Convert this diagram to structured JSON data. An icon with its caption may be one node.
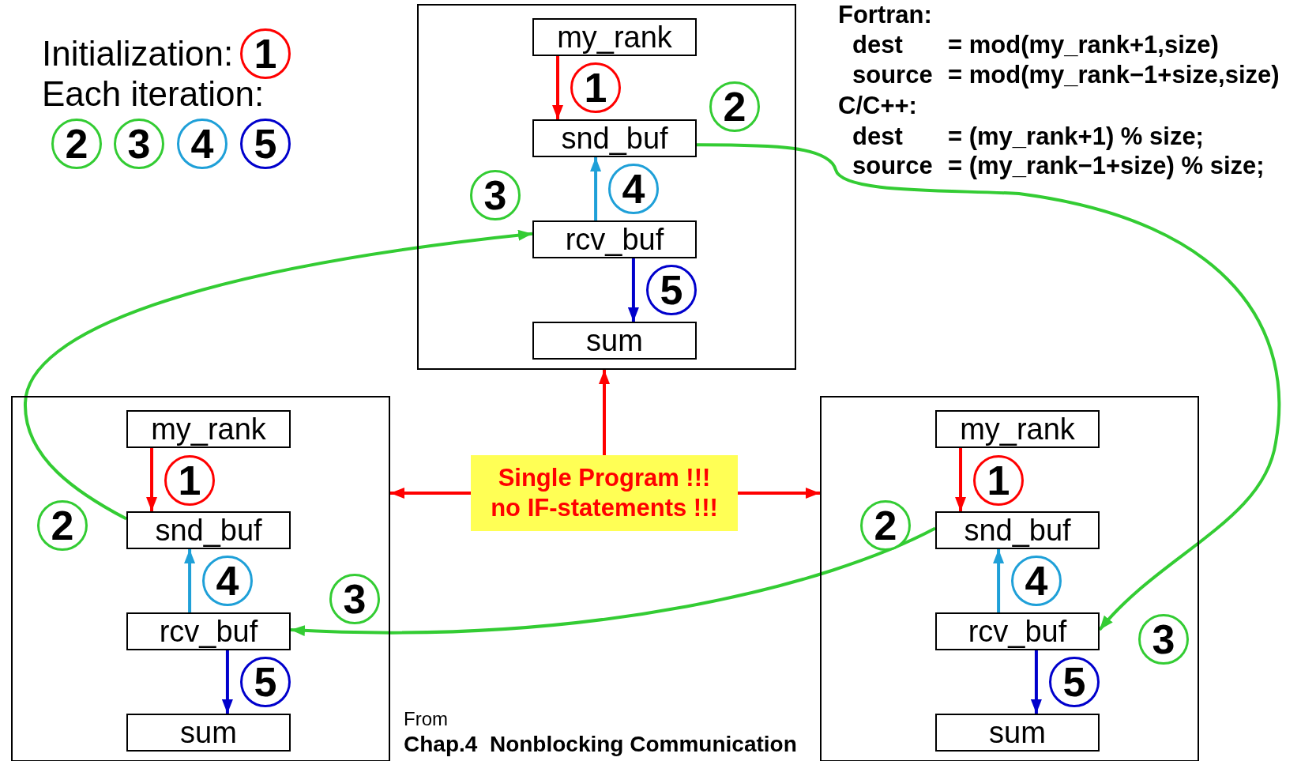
{
  "diagram": {
    "nodes": [
      {
        "text": [
          "1"
        ]
      },
      {
        "text": [
          "2"
        ]
      },
      {
        "text": [
          "3"
        ]
      },
      {
        "text": [
          "4"
        ]
      },
      {
        "text": [
          "5"
        ]
      },
      {
        "text": [],
        "shape": "box"
      },
      {
        "text": [
          "my_rank"
        ],
        "in": 5
      },
      {
        "text": [
          "snd_buf"
        ],
        "in": 5
      },
      {
        "text": [
          "rcv_buf"
        ],
        "in": 5
      },
      {
        "text": [
          "sum"
        ],
        "in": 5
      },
      {
        "text": [
          "1"
        ],
        "in": 5
      },
      {
        "text": [
          "2"
        ],
        "in": 5
      },
      {
        "text": [
          "3"
        ],
        "in": 5
      },
      {
        "text": [
          "4"
        ],
        "in": 5
      },
      {
        "text": [
          "5"
        ],
        "in": 5
      },
      {
        "text": [
          "Single Program !!! no IF-statements !!!"
        ]
      },
      {
        "text": [],
        "shape": "box"
      },
      {
        "text": [
          "my_rank"
        ],
        "in": 16
      },
      {
        "text": [
          "snd_buf"
        ],
        "in": 16
      },
      {
        "text": [
          "rcv_buf"
        ],
        "in": 16
      },
      {
        "text": [
          "sum"
        ],
        "in": 16
      },
      {
        "text": [
          "1"
        ],
        "in": 16
      },
      {
        "text": [
          "2"
        ],
        "in": 16
      },
      {
        "text": [
          "3"
        ],
        "in": 16
      },
      {
        "text": [
          "4"
        ],
        "in": 16
      },
      {
        "text": [
          "5"
        ],
        "in": 16
      },
      {
        "text": [],
        "shape": "box"
      },
      {
        "text": [
          "my_rank"
        ],
        "in": 26
      },
      {
        "text": [
          "snd_buf"
        ],
        "in": 26
      },
      {
        "text": [
          "rcv_buf"
        ],
        "in": 26
      },
      {
        "text": [
          "sum"
        ],
        "in": 26
      },
      {
        "text": [
          "1"
        ],
        "in": 26
      },
      {
        "text": [
          "2"
        ],
        "in": 26
      },
      {
        "text": [
          "3"
        ],
        "in": 26
      },
      {
        "text": [
          "4"
        ],
        "in": 26
      },
      {
        "text": [
          "5"
        ],
        "in": 26
      }
    ],
    "edges": [
      {
        "from": 6,
        "to": 7,
        "arrow": "to",
        "color": "#ff0000"
      },
      {
        "from": 8,
        "to": 7,
        "arrow": "to",
        "color": "#1fa0d8"
      },
      {
        "from": 8,
        "to": 9,
        "arrow": "to",
        "color": "#0000cc"
      },
      {
        "from": 17,
        "to": 18,
        "arrow": "to",
        "color": "#ff0000"
      },
      {
        "from": 19,
        "to": 18,
        "arrow": "to",
        "color": "#1fa0d8"
      },
      {
        "from": 19,
        "to": 20,
        "arrow": "to",
        "color": "#0000cc"
      },
      {
        "from": 27,
        "to": 28,
        "arrow": "to",
        "color": "#ff0000"
      },
      {
        "from": 29,
        "to": 28,
        "arrow": "to",
        "color": "#1fa0d8"
      },
      {
        "from": 29,
        "to": 30,
        "arrow": "to",
        "color": "#0000cc"
      },
      {
        "from": 7,
        "to": 29,
        "arrow": "to",
        "color": "#33cc33"
      },
      {
        "from": 28,
        "to": 19,
        "arrow": "to",
        "color": "#33cc33"
      },
      {
        "from": 18,
        "to": 8,
        "arrow": "to",
        "color": "#33cc33"
      },
      {
        "from": 15,
        "to": 5,
        "arrow": "to",
        "color": "#ff0000"
      },
      {
        "from": 15,
        "to": 16,
        "arrow": "to",
        "color": "#ff0000"
      },
      {
        "from": 15,
        "to": 26,
        "arrow": "to",
        "color": "#ff0000"
      }
    ],
    "labels": [
      "Initialization:",
      "Each iteration:",
      "Fortran:",
      "dest",
      "= mod(my_rank+1,size)",
      "source",
      "= mod(my_rank−1+size,size)",
      "C/C++:",
      "dest",
      "= (my_rank+1) % size;",
      "source",
      "= (my_rank−1+size) % size;",
      "From",
      "Chap.4  Nonblocking Communication"
    ]
  }
}
